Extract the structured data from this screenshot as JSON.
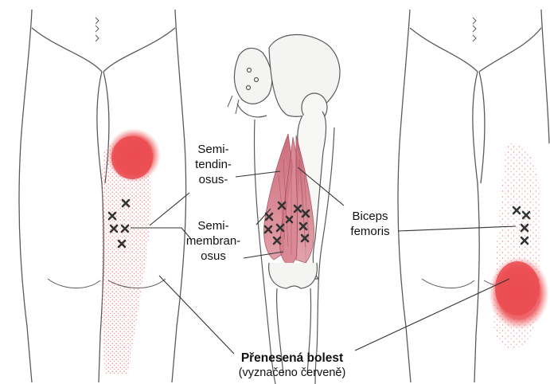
{
  "labels": {
    "semitendinosus": [
      "Semi-",
      "tendin-",
      "osus-"
    ],
    "semimembranosus": [
      "Semi-",
      "membran-",
      "osus"
    ],
    "semimembranosus_dash": "—",
    "biceps_femoris": [
      "Biceps",
      "femoris"
    ],
    "referred_pain_title": "Přenesená bolest",
    "referred_pain_note": "(vyznačeno červeně)"
  },
  "colors": {
    "pain_red": "#e8454a",
    "pain_dots": "#f06a6e",
    "muscle": "#d98a96",
    "outline": "#5a5a5a",
    "trigger_point": "#333333",
    "leader_line": "#333333"
  },
  "icons": {
    "trigger_point": "x-mark-icon"
  },
  "trigger_points": {
    "left_panel": 5,
    "middle_panel": 10,
    "right_panel": 4
  }
}
